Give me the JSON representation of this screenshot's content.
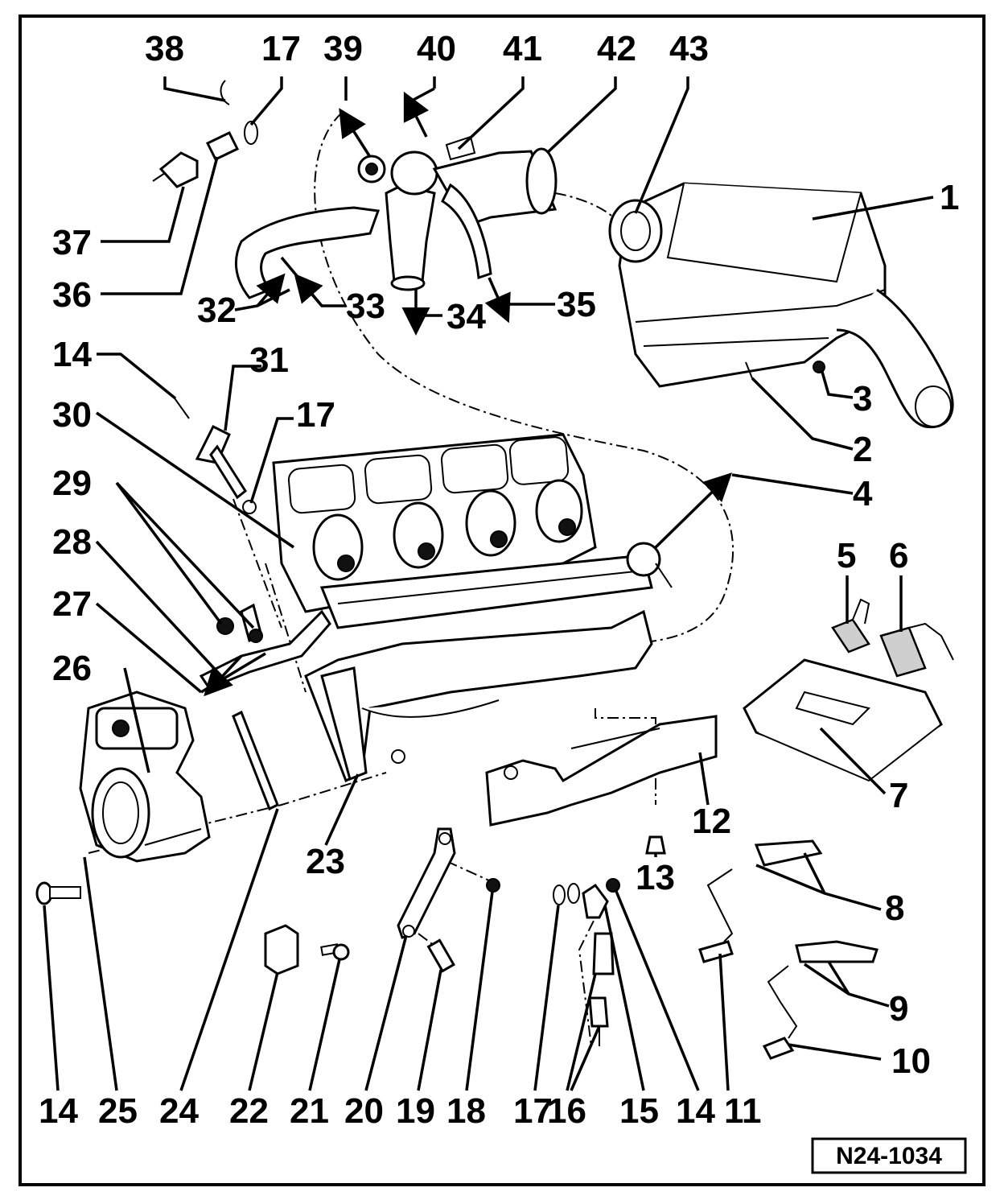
{
  "reference_code": "N24-1034",
  "labels": {
    "l1": "1",
    "l2": "2",
    "l3": "3",
    "l4": "4",
    "l5": "5",
    "l6": "6",
    "l7": "7",
    "l8": "8",
    "l9": "9",
    "l10": "10",
    "l11": "11",
    "l12": "12",
    "l13": "13",
    "l14_top": "14",
    "l14_bottom": "14",
    "l14_bottom_right": "14",
    "l15": "15",
    "l16": "16",
    "l17_top": "17",
    "l17_mid": "17",
    "l17_bottom": "17",
    "l18": "18",
    "l19": "19",
    "l20": "20",
    "l21": "21",
    "l22": "22",
    "l23": "23",
    "l24": "24",
    "l25": "25",
    "l26": "26",
    "l27": "27",
    "l28": "28",
    "l29": "29",
    "l30": "30",
    "l31": "31",
    "l32": "32",
    "l33": "33",
    "l34": "34",
    "l35": "35",
    "l36": "36",
    "l37": "37",
    "l38": "38",
    "l39": "39",
    "l40": "40",
    "l41": "41",
    "l42": "42",
    "l43": "43"
  }
}
